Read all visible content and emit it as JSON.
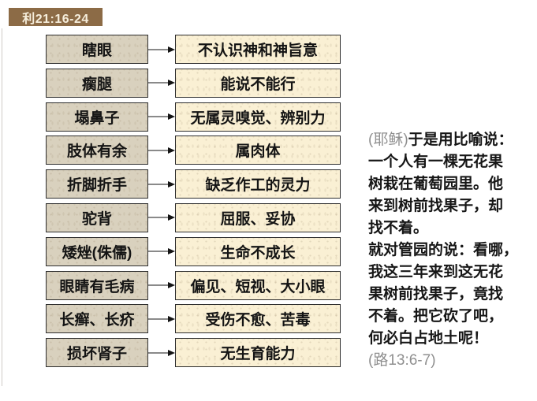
{
  "title": {
    "reference": "利21:16-24"
  },
  "diagram": {
    "rows": [
      {
        "defect": "瞎眼",
        "meaning": "不认识神和神旨意"
      },
      {
        "defect": "瘸腿",
        "meaning": "能说不能行"
      },
      {
        "defect": "塌鼻子",
        "meaning": "无属灵嗅觉、辨别力"
      },
      {
        "defect": "肢体有余",
        "meaning": "属肉体"
      },
      {
        "defect": "折脚折手",
        "meaning": "缺乏作工的灵力"
      },
      {
        "defect": "驼背",
        "meaning": "屈服、妥协"
      },
      {
        "defect": "矮矬(侏儒)",
        "meaning": "生命不成长"
      },
      {
        "defect": "眼睛有毛病",
        "meaning": "偏见、短视、大小眼"
      },
      {
        "defect": "长癣、长疥",
        "meaning": "受伤不愈、苦毒"
      },
      {
        "defect": "损坏肾子",
        "meaning": "无生育能力"
      }
    ]
  },
  "scripture": {
    "paragraph1": {
      "prefix": "(耶稣)",
      "lines": [
        "于是用比喻说：",
        "一个人有一棵无花果",
        "树栽在葡萄园里。他",
        "来到树前找果子，却",
        "找不着。"
      ]
    },
    "paragraph2": {
      "lines": [
        "就对管园的说：看哪，",
        "我这三年来到这无花",
        "果树前找果子，竟找",
        "不着。把它砍了吧，",
        "何必白占地土呢！"
      ],
      "reference": "(路13:6-7)"
    }
  },
  "colors": {
    "badge_bg": "#8c6b46",
    "defect_box_bg": "#d9d1be",
    "meaning_box_bg": "#faf0d4",
    "box_border": "#2e2e2e",
    "muted_text": "#8f8f8f"
  }
}
